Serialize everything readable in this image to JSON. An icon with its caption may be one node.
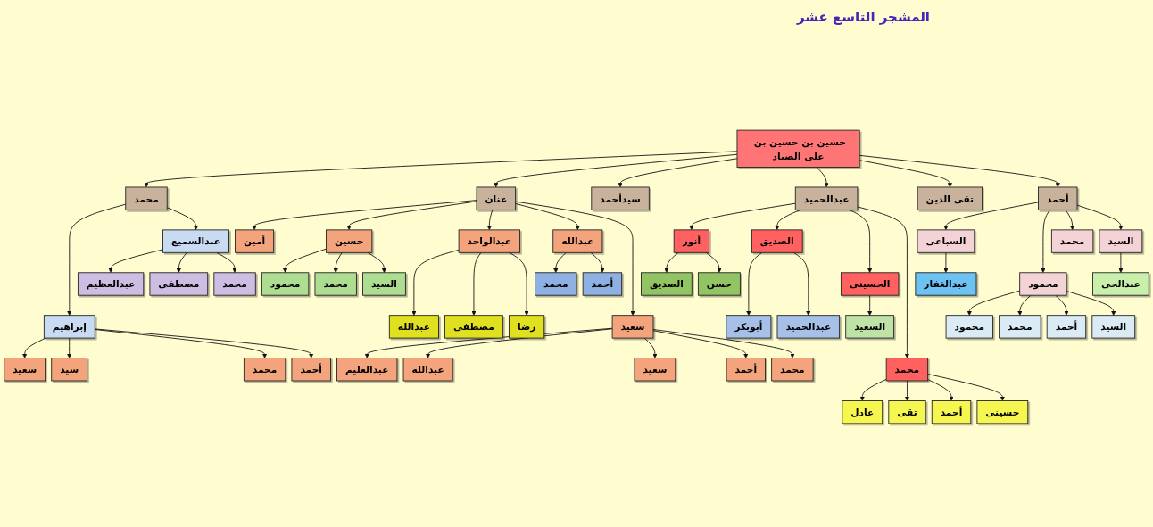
{
  "diagram": {
    "title": "المشجر التاسع عشر",
    "nodes": [
      {
        "text": [
          "حسين بن حسين بن على الصياد"
        ]
      },
      {
        "text": [
          "محمد"
        ]
      },
      {
        "text": [
          "عنان"
        ]
      },
      {
        "text": [
          "سيدأحمد"
        ]
      },
      {
        "text": [
          "عبدالحميد"
        ]
      },
      {
        "text": [
          "تقى الدين"
        ]
      },
      {
        "text": [
          "أحمد"
        ]
      },
      {
        "text": [
          "إبراهيم"
        ]
      },
      {
        "text": [
          "عبدالسميع"
        ]
      },
      {
        "text": [
          "سعيد"
        ]
      },
      {
        "text": [
          "سيد"
        ]
      },
      {
        "text": [
          "محمد"
        ]
      },
      {
        "text": [
          "أحمد"
        ]
      },
      {
        "text": [
          "عبدالعظيم"
        ]
      },
      {
        "text": [
          "مصطفى"
        ]
      },
      {
        "text": [
          "محمد"
        ]
      },
      {
        "text": [
          "أمين"
        ]
      },
      {
        "text": [
          "حسين"
        ]
      },
      {
        "text": [
          "عبدالواحد"
        ]
      },
      {
        "text": [
          "عبدالله"
        ]
      },
      {
        "text": [
          "سعيد"
        ]
      },
      {
        "text": [
          "محمود"
        ]
      },
      {
        "text": [
          "محمد"
        ]
      },
      {
        "text": [
          "السيد"
        ]
      },
      {
        "text": [
          "عبدالله"
        ]
      },
      {
        "text": [
          "مصطفى"
        ]
      },
      {
        "text": [
          "رضا"
        ]
      },
      {
        "text": [
          "محمد"
        ]
      },
      {
        "text": [
          "أحمد"
        ]
      },
      {
        "text": [
          "عبدالعليم"
        ]
      },
      {
        "text": [
          "عبدالله"
        ]
      },
      {
        "text": [
          "سعيد"
        ]
      },
      {
        "text": [
          "أحمد"
        ]
      },
      {
        "text": [
          "محمد"
        ]
      },
      {
        "text": [
          "أنور"
        ]
      },
      {
        "text": [
          "الصديق"
        ]
      },
      {
        "text": [
          "الحسينى"
        ]
      },
      {
        "text": [
          "محمد"
        ]
      },
      {
        "text": [
          "الصديق"
        ]
      },
      {
        "text": [
          "حسن"
        ]
      },
      {
        "text": [
          "أبوبكر"
        ]
      },
      {
        "text": [
          "عبدالحميد"
        ]
      },
      {
        "text": [
          "السعيد"
        ]
      },
      {
        "text": [
          "عادل"
        ]
      },
      {
        "text": [
          "تقى"
        ]
      },
      {
        "text": [
          "أحمد"
        ]
      },
      {
        "text": [
          "حسينى"
        ]
      },
      {
        "text": [
          "السباعى"
        ]
      },
      {
        "text": [
          "محمود"
        ]
      },
      {
        "text": [
          "محمد"
        ]
      },
      {
        "text": [
          "السيد"
        ]
      },
      {
        "text": [
          "عبدالغفار"
        ]
      },
      {
        "text": [
          "محمود"
        ]
      },
      {
        "text": [
          "محمد"
        ]
      },
      {
        "text": [
          "أحمد"
        ]
      },
      {
        "text": [
          "السيد"
        ]
      },
      {
        "text": [
          "عبدالحى"
        ]
      }
    ],
    "edges": [
      {
        "from": 0,
        "to": 1,
        "arrow": "to"
      },
      {
        "from": 0,
        "to": 2,
        "arrow": "to"
      },
      {
        "from": 0,
        "to": 3,
        "arrow": "to"
      },
      {
        "from": 0,
        "to": 4,
        "arrow": "to"
      },
      {
        "from": 0,
        "to": 5,
        "arrow": "to"
      },
      {
        "from": 0,
        "to": 6,
        "arrow": "to"
      },
      {
        "from": 1,
        "to": 7,
        "arrow": "to"
      },
      {
        "from": 1,
        "to": 8,
        "arrow": "to"
      },
      {
        "from": 7,
        "to": 9,
        "arrow": "to"
      },
      {
        "from": 7,
        "to": 10,
        "arrow": "to"
      },
      {
        "from": 7,
        "to": 11,
        "arrow": "to"
      },
      {
        "from": 7,
        "to": 12,
        "arrow": "to"
      },
      {
        "from": 8,
        "to": 13,
        "arrow": "to"
      },
      {
        "from": 8,
        "to": 14,
        "arrow": "to"
      },
      {
        "from": 8,
        "to": 15,
        "arrow": "to"
      },
      {
        "from": 2,
        "to": 16,
        "arrow": "to"
      },
      {
        "from": 2,
        "to": 17,
        "arrow": "to"
      },
      {
        "from": 2,
        "to": 18,
        "arrow": "to"
      },
      {
        "from": 2,
        "to": 19,
        "arrow": "to"
      },
      {
        "from": 2,
        "to": 20,
        "arrow": "to"
      },
      {
        "from": 17,
        "to": 21,
        "arrow": "to"
      },
      {
        "from": 17,
        "to": 22,
        "arrow": "to"
      },
      {
        "from": 17,
        "to": 23,
        "arrow": "to"
      },
      {
        "from": 18,
        "to": 24,
        "arrow": "to"
      },
      {
        "from": 18,
        "to": 25,
        "arrow": "to"
      },
      {
        "from": 18,
        "to": 26,
        "arrow": "to"
      },
      {
        "from": 19,
        "to": 27,
        "arrow": "to"
      },
      {
        "from": 19,
        "to": 28,
        "arrow": "to"
      },
      {
        "from": 20,
        "to": 29,
        "arrow": "to"
      },
      {
        "from": 20,
        "to": 30,
        "arrow": "to"
      },
      {
        "from": 20,
        "to": 31,
        "arrow": "to"
      },
      {
        "from": 20,
        "to": 32,
        "arrow": "to"
      },
      {
        "from": 20,
        "to": 33,
        "arrow": "to"
      },
      {
        "from": 4,
        "to": 34,
        "arrow": "to"
      },
      {
        "from": 4,
        "to": 35,
        "arrow": "to"
      },
      {
        "from": 4,
        "to": 36,
        "arrow": "to"
      },
      {
        "from": 4,
        "to": 37,
        "arrow": "to"
      },
      {
        "from": 34,
        "to": 38,
        "arrow": "to"
      },
      {
        "from": 34,
        "to": 39,
        "arrow": "to"
      },
      {
        "from": 35,
        "to": 40,
        "arrow": "to"
      },
      {
        "from": 35,
        "to": 41,
        "arrow": "to"
      },
      {
        "from": 36,
        "to": 42,
        "arrow": "to"
      },
      {
        "from": 37,
        "to": 43,
        "arrow": "to"
      },
      {
        "from": 37,
        "to": 44,
        "arrow": "to"
      },
      {
        "from": 37,
        "to": 45,
        "arrow": "to"
      },
      {
        "from": 37,
        "to": 46,
        "arrow": "to"
      },
      {
        "from": 6,
        "to": 47,
        "arrow": "to"
      },
      {
        "from": 6,
        "to": 48,
        "arrow": "to"
      },
      {
        "from": 6,
        "to": 49,
        "arrow": "to"
      },
      {
        "from": 6,
        "to": 50,
        "arrow": "to"
      },
      {
        "from": 47,
        "to": 51,
        "arrow": "to"
      },
      {
        "from": 48,
        "to": 52,
        "arrow": "to"
      },
      {
        "from": 48,
        "to": 53,
        "arrow": "to"
      },
      {
        "from": 48,
        "to": 54,
        "arrow": "to"
      },
      {
        "from": 48,
        "to": 55,
        "arrow": "to"
      },
      {
        "from": 50,
        "to": 56,
        "arrow": "to"
      }
    ]
  }
}
